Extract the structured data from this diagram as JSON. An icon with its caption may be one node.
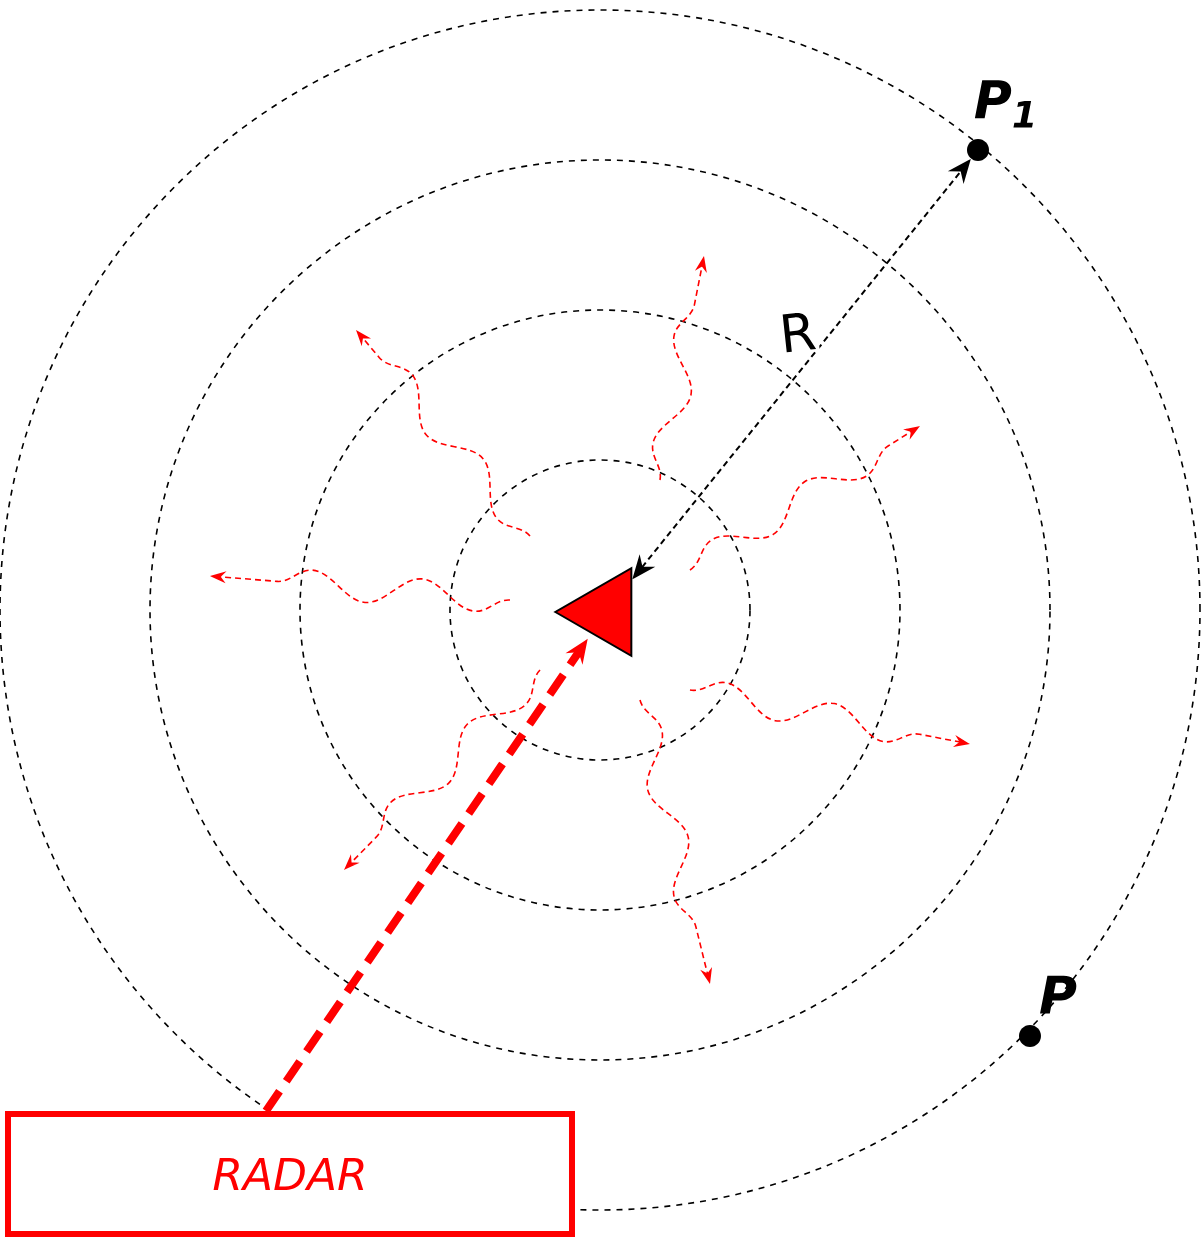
{
  "diagram": {
    "nodes": [
      {
        "text": [
          "RADAR"
        ]
      },
      {
        "text": [],
        "shape": "triangle"
      },
      {
        "text": [
          "P$_{1}$"
        ]
      },
      {
        "text": [
          "P"
        ]
      }
    ],
    "edges": [
      {
        "from": 0,
        "to": 1,
        "arrow": "to",
        "style": "dashed",
        "color": "#ff0000"
      },
      {
        "from": 1,
        "to": 2,
        "arrow": "both",
        "style": "dashed",
        "color": "#000000",
        "label": "R"
      }
    ]
  }
}
